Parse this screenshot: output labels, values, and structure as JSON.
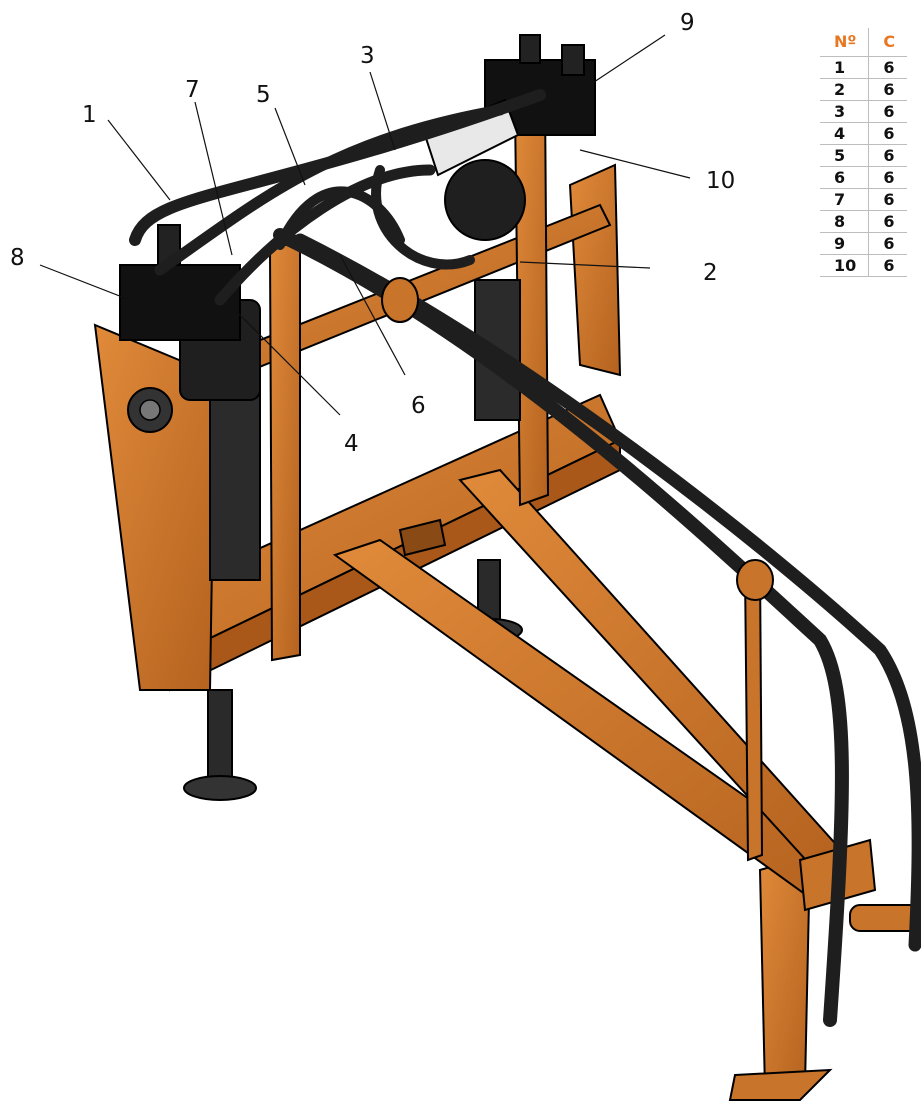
{
  "table": {
    "headers": [
      "Nº",
      "C"
    ],
    "rows": [
      {
        "num": "1",
        "code": "6"
      },
      {
        "num": "2",
        "code": "6"
      },
      {
        "num": "3",
        "code": "6"
      },
      {
        "num": "4",
        "code": "6"
      },
      {
        "num": "5",
        "code": "6"
      },
      {
        "num": "6",
        "code": "6"
      },
      {
        "num": "7",
        "code": "6"
      },
      {
        "num": "8",
        "code": "6"
      },
      {
        "num": "9",
        "code": "6"
      },
      {
        "num": "10",
        "code": "6"
      }
    ]
  },
  "callouts": [
    "1",
    "2",
    "3",
    "4",
    "5",
    "6",
    "7",
    "8",
    "9",
    "10"
  ],
  "colors": {
    "frame_orange": "#c8742a",
    "frame_orange_dark": "#8a4a16",
    "hose_black": "#1e1e1e",
    "header_orange": "#e87722"
  }
}
